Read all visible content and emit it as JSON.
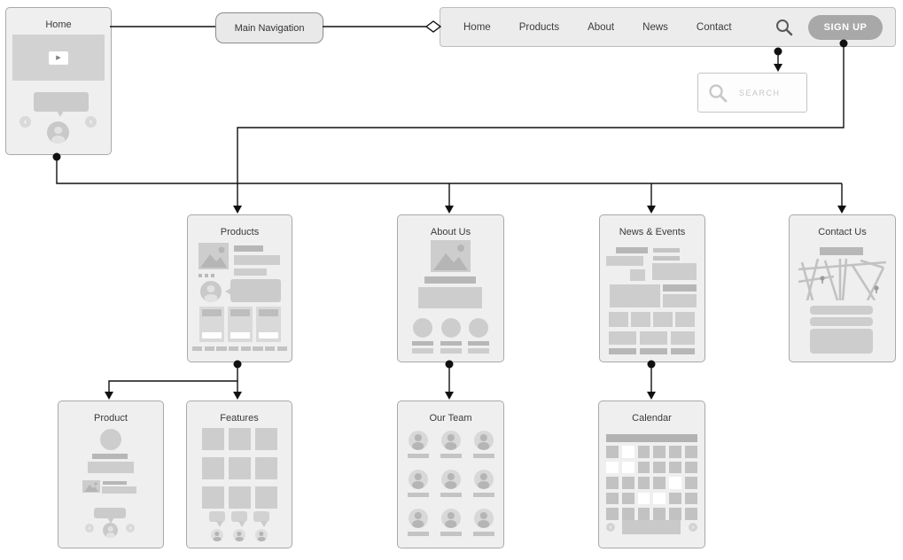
{
  "home_card": {
    "title": "Home"
  },
  "main_nav_node": {
    "label": "Main Navigation"
  },
  "navbar": {
    "items": [
      "Home",
      "Products",
      "About",
      "News",
      "Contact"
    ],
    "signup_label": "SIGN UP",
    "search_icon": "search-icon"
  },
  "search_box": {
    "placeholder": "SEARCH"
  },
  "pages": {
    "products": {
      "title": "Products"
    },
    "about": {
      "title": "About Us"
    },
    "news": {
      "title": "News & Events"
    },
    "contact": {
      "title": "Contact Us"
    },
    "product": {
      "title": "Product"
    },
    "features": {
      "title": "Features"
    },
    "team": {
      "title": "Our Team"
    },
    "calendar": {
      "title": "Calendar",
      "grid": [
        "g",
        "w",
        "g",
        "g",
        "g",
        "g",
        "w",
        "w",
        "g",
        "g",
        "g",
        "g",
        "g",
        "g",
        "g",
        "g",
        "w",
        "g",
        "g",
        "g",
        "w",
        "w",
        "g",
        "g",
        "g",
        "g",
        "g",
        "g",
        "g",
        "g"
      ]
    }
  },
  "colors": {
    "card_fill": "#efefef",
    "block_gray": "#cdcdcd",
    "dark_block_gray": "#b7b7b7",
    "signup_button": "#a8a8a8",
    "connector": "#111111"
  }
}
